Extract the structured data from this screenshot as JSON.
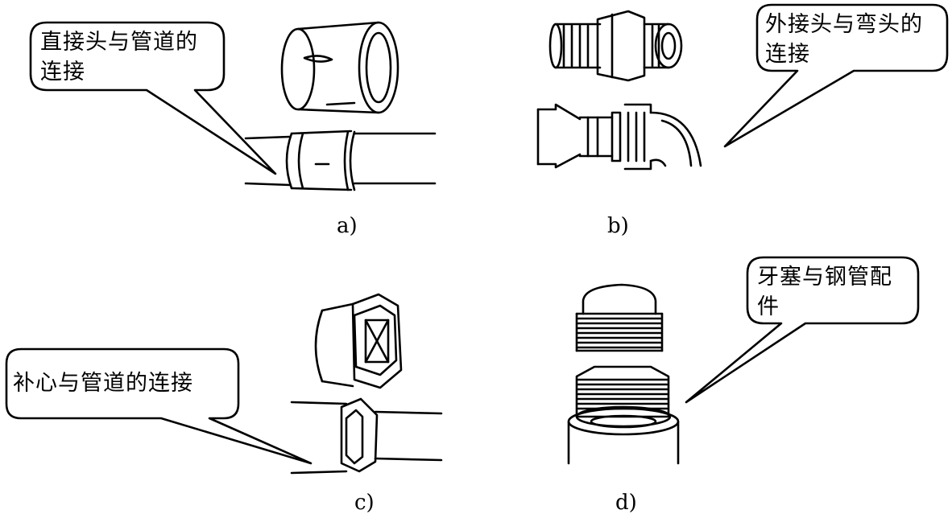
{
  "figure": {
    "panels": [
      {
        "id": "a",
        "label": "a)",
        "callout": "直接头与管道的\n连接"
      },
      {
        "id": "b",
        "label": "b)",
        "callout": "外接头与弯头的\n连接"
      },
      {
        "id": "c",
        "label": "c)",
        "callout": "补心与管道的连接"
      },
      {
        "id": "d",
        "label": "d)",
        "callout": "牙塞与钢管配\n件"
      }
    ]
  }
}
